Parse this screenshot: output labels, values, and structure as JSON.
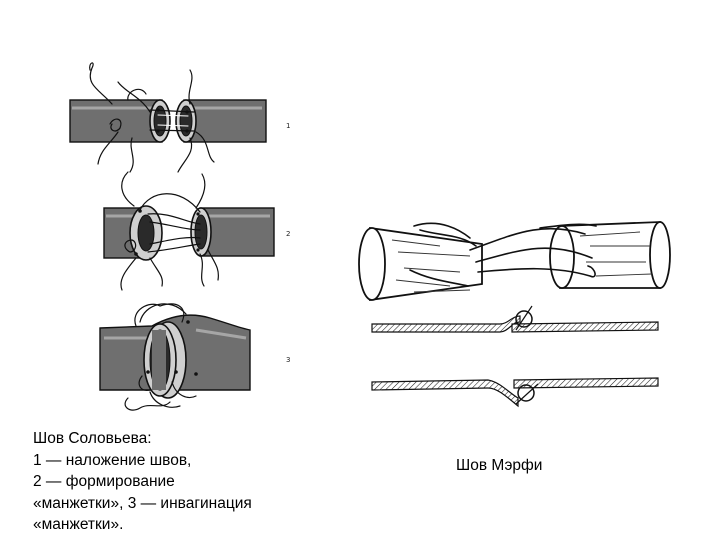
{
  "diagram": {
    "solovyov": {
      "step_labels": [
        "1",
        "2",
        "3"
      ],
      "caption_lines": [
        "Шов Соловьева:",
        "1 — наложение швов,",
        "2 — формирование",
        "«манжетки», 3 — инвагинация",
        "«манжетки»."
      ]
    },
    "murphy": {
      "caption": "Шов Мэрфи"
    }
  }
}
